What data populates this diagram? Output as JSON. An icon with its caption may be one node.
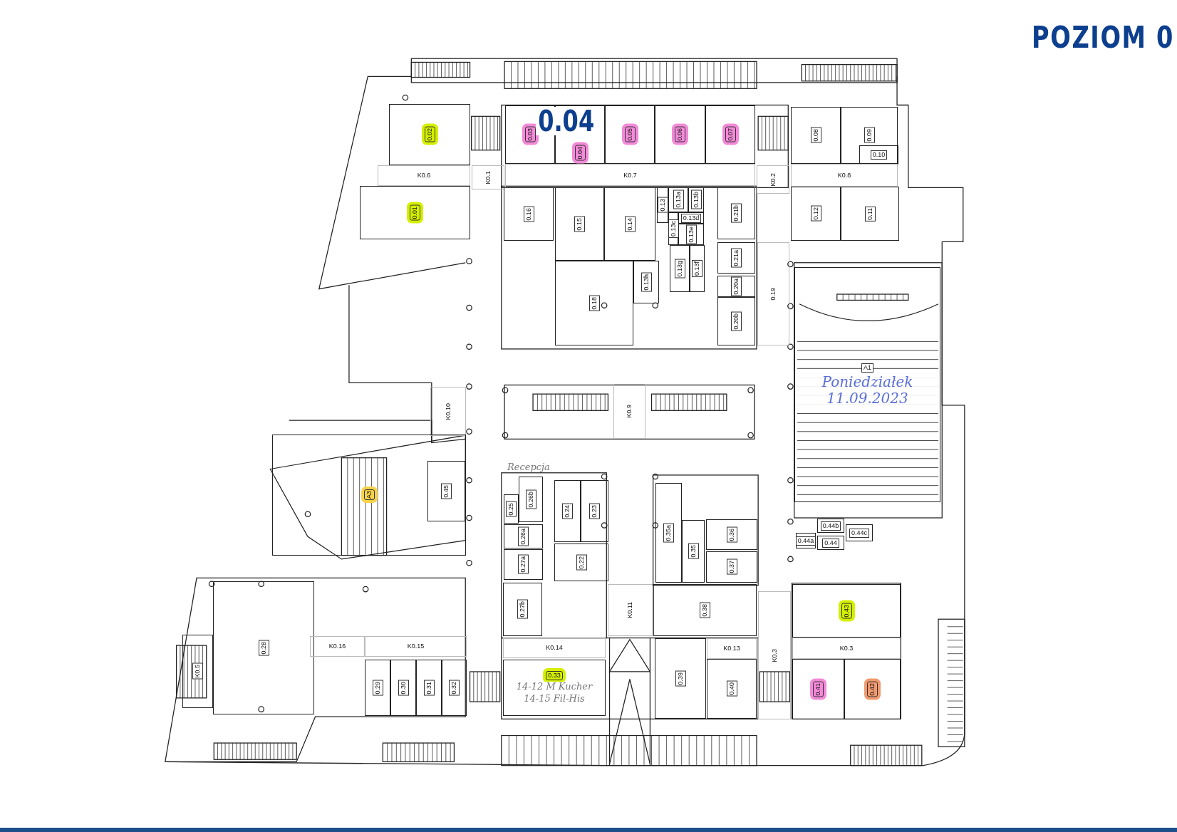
{
  "diagram": {
    "title": "POZIOM 0",
    "nodes": [
      {
        "text": [
          "0.02"
        ]
      },
      {
        "text": [
          "K0.6"
        ]
      },
      {
        "text": [
          "0.01"
        ]
      },
      {
        "text": [
          "K0.1"
        ]
      },
      {
        "text": [
          "0.03"
        ]
      },
      {
        "text": [
          "0.04"
        ]
      },
      {
        "text": [
          "0.05"
        ]
      },
      {
        "text": [
          "0.06"
        ]
      },
      {
        "text": [
          "0.07"
        ]
      },
      {
        "text": [
          "K0.7"
        ]
      },
      {
        "text": [
          "K0.2"
        ]
      },
      {
        "text": [
          "0.08"
        ]
      },
      {
        "text": [
          "0.09"
        ]
      },
      {
        "text": [
          "0.10"
        ],
        "in": 12
      },
      {
        "text": [
          "K0.8"
        ]
      },
      {
        "text": [
          "0.12"
        ]
      },
      {
        "text": [
          "0.11"
        ]
      },
      {
        "text": [
          "0.16"
        ]
      },
      {
        "text": [
          "0.15"
        ]
      },
      {
        "text": [
          "0.14"
        ]
      },
      {
        "text": [
          "0.13"
        ]
      },
      {
        "text": [
          "0.13a"
        ]
      },
      {
        "text": [
          "0.13b"
        ]
      },
      {
        "text": [
          "0.13c"
        ]
      },
      {
        "text": [
          "0.13d"
        ]
      },
      {
        "text": [
          "0.13e"
        ]
      },
      {
        "text": [
          "0.13h"
        ]
      },
      {
        "text": [
          "0.13g"
        ]
      },
      {
        "text": [
          "0.13f"
        ]
      },
      {
        "text": [
          "0.18"
        ]
      },
      {
        "text": [
          "0.21b"
        ]
      },
      {
        "text": [
          "0.21a"
        ]
      },
      {
        "text": [
          "0.20a"
        ]
      },
      {
        "text": [
          "0.20b"
        ]
      },
      {
        "text": [
          "0.19"
        ]
      },
      {
        "text": [
          "A1",
          "Poniedziałek 11.09.2023"
        ]
      },
      {
        "text": [
          "0.44b"
        ]
      },
      {
        "text": [
          "0.44a"
        ]
      },
      {
        "text": [
          "0.44"
        ]
      },
      {
        "text": [
          "0.44c"
        ]
      },
      {
        "text": [
          "K0.10"
        ]
      },
      {
        "text": [
          "K0.9"
        ]
      },
      {
        "text": [
          "A3"
        ]
      },
      {
        "text": [
          "0.45"
        ],
        "in": 42
      },
      {
        "text": [
          "0.26b"
        ]
      },
      {
        "text": [
          "0.24"
        ]
      },
      {
        "text": [
          "0.23"
        ]
      },
      {
        "text": [
          "0.25"
        ]
      },
      {
        "text": [
          "0.26a"
        ]
      },
      {
        "text": [
          "0.27a"
        ]
      },
      {
        "text": [
          "0.22"
        ]
      },
      {
        "text": [
          "0.35a"
        ]
      },
      {
        "text": [
          "0.35"
        ]
      },
      {
        "text": [
          "0.36"
        ]
      },
      {
        "text": [
          "0.37"
        ]
      },
      {
        "text": [
          "0.28"
        ]
      },
      {
        "text": [
          "K0.16"
        ]
      },
      {
        "text": [
          "K0.15"
        ]
      },
      {
        "text": [
          "K0.5"
        ]
      },
      {
        "text": [
          "0.29"
        ]
      },
      {
        "text": [
          "0.30"
        ]
      },
      {
        "text": [
          "0.31"
        ]
      },
      {
        "text": [
          "0.32"
        ]
      },
      {
        "text": [
          "0.27b"
        ]
      },
      {
        "text": [
          "K0.11"
        ]
      },
      {
        "text": [
          "0.38"
        ]
      },
      {
        "text": [
          "0.43"
        ]
      },
      {
        "text": [
          "K0.14"
        ]
      },
      {
        "text": [
          "K0.13"
        ]
      },
      {
        "text": [
          "K0.3"
        ]
      },
      {
        "text": [
          "K0.3"
        ]
      },
      {
        "text": [
          "0.33",
          "14-12 M Kucher",
          "14-15 Fil-His"
        ]
      },
      {
        "text": [
          "0.39"
        ]
      },
      {
        "text": [
          "0.40"
        ]
      },
      {
        "text": [
          "0.41"
        ]
      },
      {
        "text": [
          "0.42"
        ]
      }
    ],
    "labels": [
      "0.04",
      "Recepcja"
    ]
  }
}
